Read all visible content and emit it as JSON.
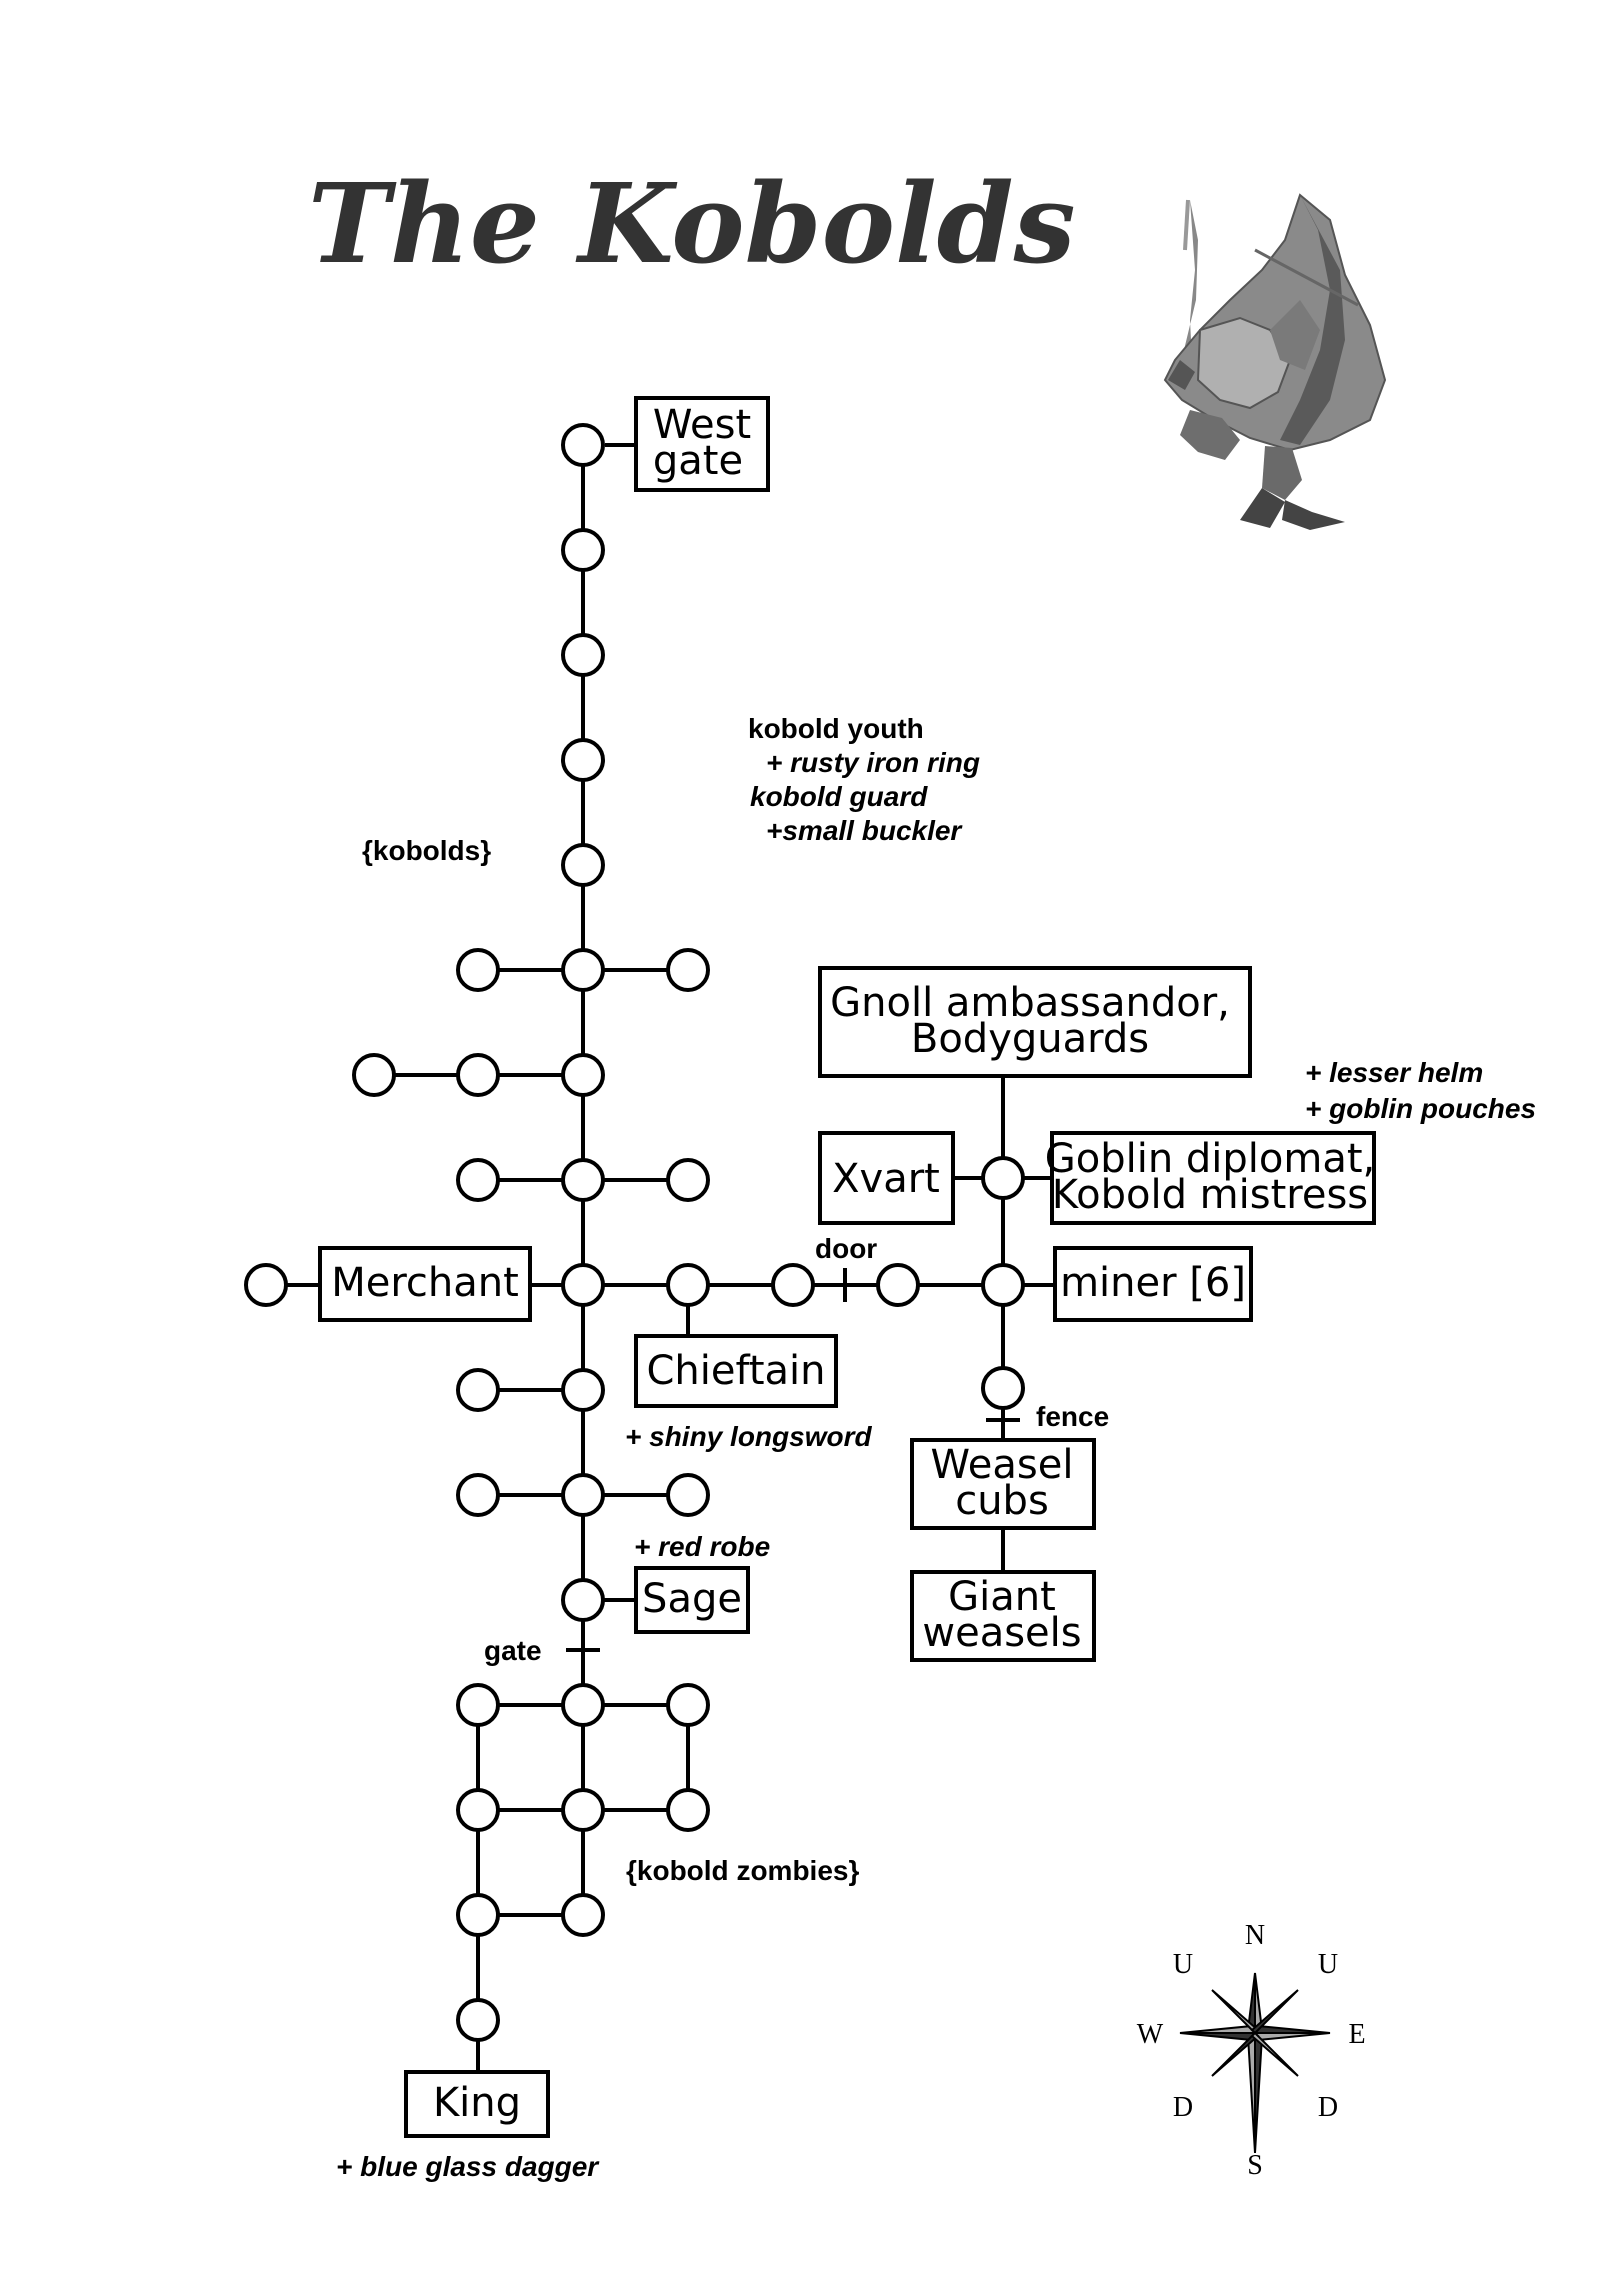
{
  "title": "The Kobolds",
  "rooms": {
    "west_gate": [
      "West",
      "gate"
    ],
    "gnoll": [
      "Gnoll ambassandor,",
      "Bodyguards"
    ],
    "xvart": [
      "Xvart"
    ],
    "goblin": [
      "Goblin diplomat,",
      "Kobold mistress"
    ],
    "merchant": [
      "Merchant"
    ],
    "miner": [
      "miner [6]"
    ],
    "chieftain": [
      "Chieftain"
    ],
    "weasel_cubs": [
      "Weasel",
      "cubs"
    ],
    "giant_weasels": [
      "Giant",
      "weasels"
    ],
    "sage": [
      "Sage"
    ],
    "king": [
      "King"
    ]
  },
  "notes": {
    "kobold_youth": "kobold youth",
    "rusty_ring": "+ rusty iron ring",
    "kobold_guard": "kobold guard",
    "small_buckler": "+small buckler",
    "kobolds": "{kobolds}",
    "lesser_helm": "+ lesser helm",
    "goblin_pouches": "+ goblin pouches",
    "door": "door",
    "shiny_longsword": "+ shiny longsword",
    "fence": "fence",
    "red_robe": "+ red robe",
    "gate": "gate",
    "kobold_zombies": "{kobold zombies}",
    "blue_glass_dagger": "+ blue glass dagger"
  },
  "compass": {
    "north": "N",
    "south": "S",
    "east": "E",
    "west": "W",
    "up_left": "U",
    "up_right": "U",
    "down_left": "D",
    "down_right": "D"
  },
  "colors": {
    "line": "#000000",
    "title": "#333333",
    "compass_light": "#aaaaaa",
    "compass_dark": "#333333"
  },
  "icons": {
    "creature": "kobold-illustration",
    "compass": "compass-rose"
  }
}
